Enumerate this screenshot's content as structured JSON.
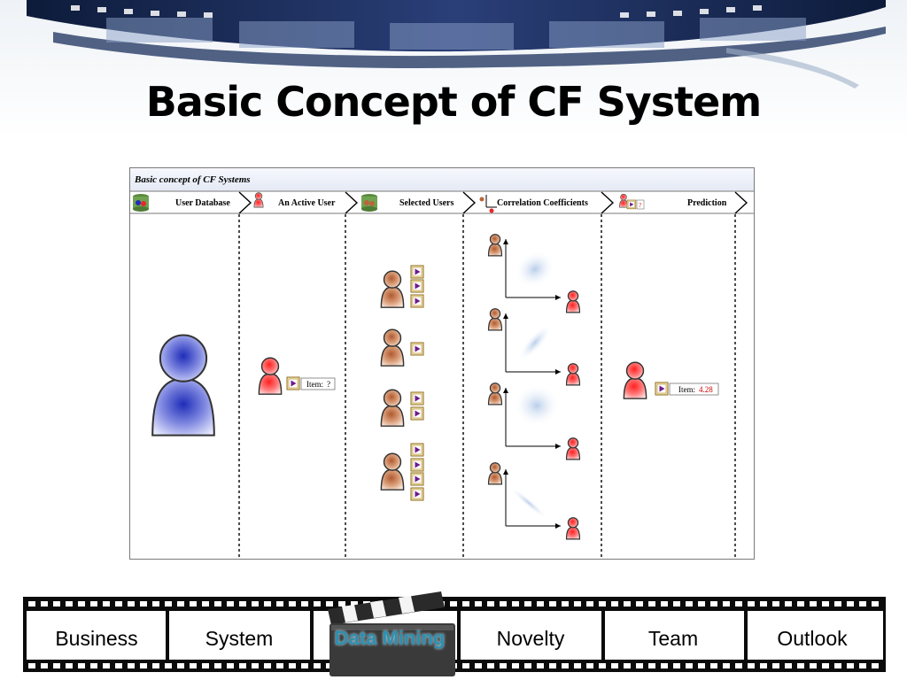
{
  "slide": {
    "title": "Basic Concept of CF System"
  },
  "diagram": {
    "caption": "Basic concept of CF Systems",
    "steps": [
      {
        "label": "User Database",
        "icon": "database-icon"
      },
      {
        "label": "An Active User",
        "icon": "user-icon"
      },
      {
        "label": "Selected Users",
        "icon": "users-database-icon"
      },
      {
        "label": "Correlation Coefficients",
        "icon": "correlation-icon"
      },
      {
        "label": "Prediction",
        "icon": "prediction-icon"
      }
    ],
    "active_user_item": {
      "label": "Item:",
      "value": "?"
    },
    "prediction_item": {
      "label": "Item:",
      "value": "4.28"
    },
    "selected_user_item_counts": [
      3,
      1,
      2,
      4
    ],
    "colors": {
      "active_user": "#e8262c",
      "database_user": "#1f2db8",
      "selected_user": "#b9643a",
      "prediction_value": "#cc0000"
    }
  },
  "nav": {
    "items": [
      {
        "label": "Business",
        "active": false
      },
      {
        "label": "System",
        "active": false
      },
      {
        "label": "Data Mining",
        "active": true
      },
      {
        "label": "Novelty",
        "active": false
      },
      {
        "label": "Team",
        "active": false
      },
      {
        "label": "Outlook",
        "active": false
      }
    ],
    "active_color": "#2d8fb0"
  }
}
